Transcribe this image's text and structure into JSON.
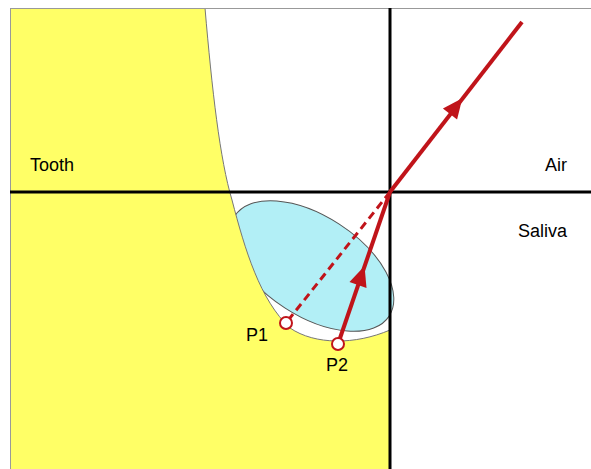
{
  "diagram": {
    "labels": [
      "Tooth",
      "Air",
      "Saliva",
      "P1",
      "P2"
    ]
  }
}
